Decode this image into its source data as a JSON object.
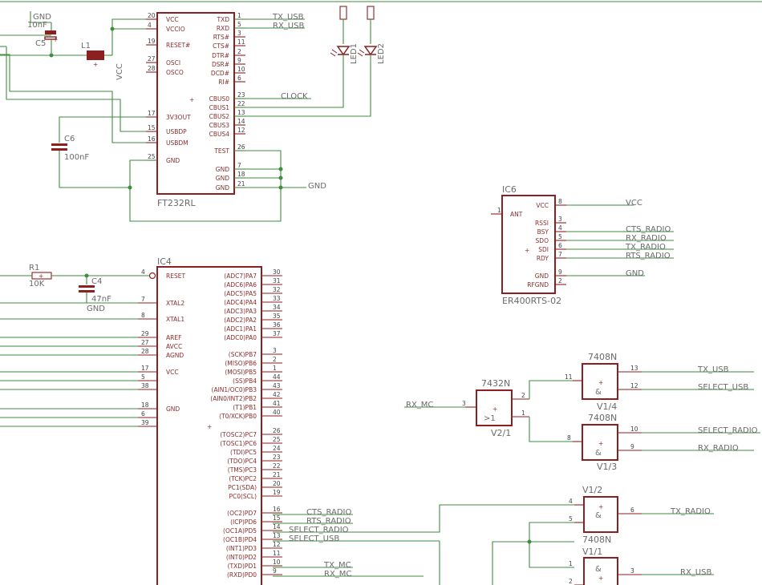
{
  "net_labels": {
    "gnd_top": "GND",
    "c5_value": "10nF",
    "c5_name": "C5",
    "l1_name": "L1",
    "vcc_vertical": "VCC",
    "tx_usb": "TX_USB",
    "rx_usb": "RX_USB",
    "clock": "CLOCK",
    "gnd_right": "GND",
    "vcc_ic6": "VCC",
    "cts_radio": "CTS_RADIO",
    "rx_radio": "RX_RADIO",
    "tx_radio": "TX_RADIO",
    "rts_radio": "RTS_RADIO",
    "gnd_ic6": "GND",
    "rx_mc_gate": "RX_MC",
    "tx_usb_gate": "TX_USB",
    "select_usb_gate": "SELECT_USB",
    "select_radio_gate": "SELECT_RADIO",
    "rx_radio_gate": "RX_RADIO",
    "tx_radio_gate": "TX_RADIO",
    "rx_usb_gate": "RX_USB",
    "cts_radio_ic4": "CTS_RADIO",
    "rts_radio_ic4": "RTS_RADIO",
    "select_radio_ic4": "SELECT_RADIO",
    "select_usb_ic4": "SELECT_USB",
    "tx_mc_ic4": "TX_MC",
    "rx_mc_ic4": "RX_MC"
  },
  "components": {
    "c6_name": "C6",
    "c6_value": "100nF",
    "r1_name": "R1",
    "r1_value": "10K",
    "c4_name": "C4",
    "c4_value": "47nF",
    "c4_gnd": "GND",
    "led1": "LED1",
    "led2": "LED2"
  },
  "ft232": {
    "name": "FT232RL",
    "left_pins": [
      {
        "num": "20",
        "name": "VCC"
      },
      {
        "num": "4",
        "name": "VCCIO"
      },
      {
        "num": "19",
        "name": "RESET#"
      },
      {
        "num": "27",
        "name": "OSCI"
      },
      {
        "num": "28",
        "name": "OSCO"
      },
      {
        "num": "17",
        "name": "3V3OUT"
      },
      {
        "num": "15",
        "name": "USBDP"
      },
      {
        "num": "16",
        "name": "USBDM"
      },
      {
        "num": "25",
        "name": "GND"
      }
    ],
    "right_pins": [
      {
        "num": "1",
        "name": "TXD"
      },
      {
        "num": "5",
        "name": "RXD"
      },
      {
        "num": "3",
        "name": "RTS#"
      },
      {
        "num": "11",
        "name": "CTS#"
      },
      {
        "num": "2",
        "name": "DTR#"
      },
      {
        "num": "9",
        "name": "DSR#"
      },
      {
        "num": "10",
        "name": "DCD#"
      },
      {
        "num": "6",
        "name": "RI#"
      },
      {
        "num": "23",
        "name": "CBUS0"
      },
      {
        "num": "22",
        "name": "CBUS1"
      },
      {
        "num": "13",
        "name": "CBUS2"
      },
      {
        "num": "14",
        "name": "CBUS3"
      },
      {
        "num": "12",
        "name": "CBUS4"
      },
      {
        "num": "26",
        "name": "TEST"
      },
      {
        "num": "7",
        "name": "GND"
      },
      {
        "num": "18",
        "name": "GND"
      },
      {
        "num": "21",
        "name": "GND"
      }
    ]
  },
  "ic6": {
    "name": "IC6",
    "part": "ER400RTS-02",
    "left_pin": {
      "num": "1",
      "name": "ANT"
    },
    "right_pins": [
      {
        "num": "8",
        "name": "VCC"
      },
      {
        "num": "3",
        "name": "RSSI"
      },
      {
        "num": "4",
        "name": "BSY"
      },
      {
        "num": "5",
        "name": "SDO"
      },
      {
        "num": "6",
        "name": "SDI"
      },
      {
        "num": "7",
        "name": "RDY"
      },
      {
        "num": "9",
        "name": "GND"
      },
      {
        "num": "2",
        "name": "RFGND"
      }
    ]
  },
  "ic4": {
    "name": "IC4",
    "left_pins": [
      {
        "num": "4",
        "name": "RESET"
      },
      {
        "num": "7",
        "name": "XTAL2"
      },
      {
        "num": "8",
        "name": "XTAL1"
      },
      {
        "num": "29",
        "name": "AREF"
      },
      {
        "num": "27",
        "name": "AVCC"
      },
      {
        "num": "28",
        "name": "AGND"
      },
      {
        "num": "17",
        "name": "VCC"
      },
      {
        "num": "5",
        "name": ""
      },
      {
        "num": "38",
        "name": ""
      },
      {
        "num": "18",
        "name": "GND"
      },
      {
        "num": "6",
        "name": ""
      },
      {
        "num": "39",
        "name": ""
      }
    ],
    "right_pins": [
      {
        "num": "30",
        "name": "(ADC7)PA7"
      },
      {
        "num": "31",
        "name": "(ADC6)PA6"
      },
      {
        "num": "32",
        "name": "(ADC5)PA5"
      },
      {
        "num": "33",
        "name": "(ADC4)PA4"
      },
      {
        "num": "34",
        "name": "(ADC3)PA3"
      },
      {
        "num": "35",
        "name": "(ADC2)PA2"
      },
      {
        "num": "36",
        "name": "(ADC1)PA1"
      },
      {
        "num": "37",
        "name": "(ADC0)PA0"
      },
      {
        "num": "3",
        "name": "(SCK)PB7"
      },
      {
        "num": "2",
        "name": "(MISO)PB6"
      },
      {
        "num": "1",
        "name": "(MOSI)PB5"
      },
      {
        "num": "44",
        "name": "(SS)PB4"
      },
      {
        "num": "43",
        "name": "(AIN1/OC0)PB3"
      },
      {
        "num": "42",
        "name": "(AIN0/INT2)PB2"
      },
      {
        "num": "41",
        "name": "(T1)PB1"
      },
      {
        "num": "40",
        "name": "(T0/XCK)PB0"
      },
      {
        "num": "26",
        "name": "(TOSC2)PC7"
      },
      {
        "num": "25",
        "name": "(TOSC1)PC6"
      },
      {
        "num": "24",
        "name": "(TDI)PC5"
      },
      {
        "num": "23",
        "name": "(TDO)PC4"
      },
      {
        "num": "22",
        "name": "(TMS)PC3"
      },
      {
        "num": "21",
        "name": "(TCK)PC2"
      },
      {
        "num": "20",
        "name": "PC1(SDA)"
      },
      {
        "num": "19",
        "name": "PC0(SCL)"
      },
      {
        "num": "16",
        "name": "(OC2)PD7"
      },
      {
        "num": "15",
        "name": "(ICP)PD6"
      },
      {
        "num": "14",
        "name": "(OC1A)PD5"
      },
      {
        "num": "13",
        "name": "(OC1B)PD4"
      },
      {
        "num": "12",
        "name": "(INT1)PD3"
      },
      {
        "num": "11",
        "name": "(INT0)PD2"
      },
      {
        "num": "10",
        "name": "(TXD)PD1"
      },
      {
        "num": "9",
        "name": "(RXD)PD0"
      }
    ]
  },
  "gates": {
    "or_part": "7432N",
    "or_unit": "V2/1",
    "or_symbol": ">1",
    "or_in_pin": "3",
    "or_out_top": "2",
    "or_out_bottom": "1",
    "and1_part": "7408N",
    "and1_unit": "V1/4",
    "and1_in": "11",
    "and1_in2": "12",
    "and1_out": "13",
    "and2_part": "7408N",
    "and2_unit": "V1/3",
    "and2_in": "8",
    "and2_in2": "10",
    "and2_in3": "9",
    "and3_unit": "V1/2",
    "and3_part": "7408N",
    "and3_in1": "4",
    "and3_in2": "5",
    "and3_out": "6",
    "and4_unit": "V1/1",
    "and4_in1": "1",
    "and4_in2": "2",
    "and4_out": "3",
    "amp": "&"
  }
}
